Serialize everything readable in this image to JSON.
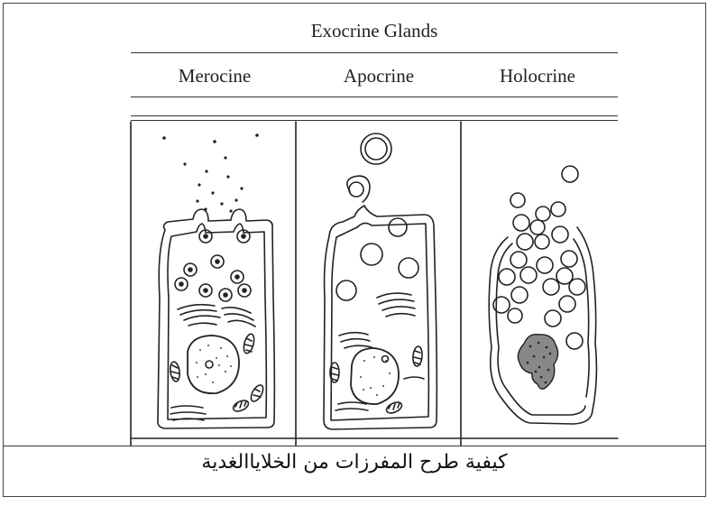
{
  "diagram": {
    "title": "Exocrine Glands",
    "columns": [
      {
        "label": "Merocine"
      },
      {
        "label": "Apocrine"
      },
      {
        "label": "Holocrine"
      }
    ],
    "caption": "كيفية طرح المفرزات من الخلاياالغدية"
  },
  "colors": {
    "stroke": "#222222",
    "background": "#ffffff"
  }
}
